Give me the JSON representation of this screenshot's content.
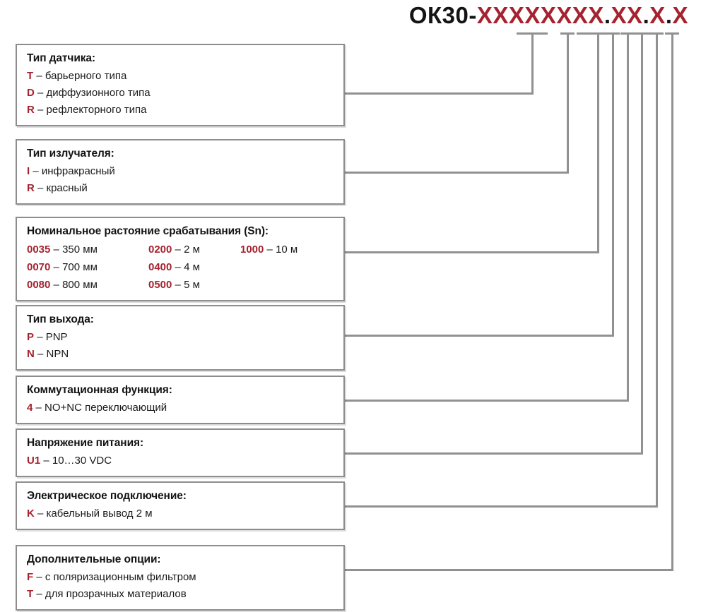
{
  "code": {
    "prefix": "ОК30-",
    "segments": [
      {
        "type": "x",
        "text": "XXXXXXXX"
      },
      {
        "type": "dot",
        "text": "."
      },
      {
        "type": "x",
        "text": "XX"
      },
      {
        "type": "dot",
        "text": "."
      },
      {
        "type": "x",
        "text": "X"
      },
      {
        "type": "dot",
        "text": "."
      },
      {
        "type": "x",
        "text": "X"
      }
    ],
    "full_text": "ОК30-XXXXXXXX.XX.X.X"
  },
  "colors": {
    "code_red": "#a5222e",
    "text_black": "#1a1a1a",
    "line_gray": "#919191",
    "box_border": "#8d8d8d"
  },
  "boxes": [
    {
      "id": "sensor-type",
      "title": "Тип датчика:",
      "layout": "list",
      "options": [
        {
          "code": "T",
          "dash": "–",
          "text": "барьерного типа"
        },
        {
          "code": "D",
          "dash": "–",
          "text": "диффузионного типа"
        },
        {
          "code": "R",
          "dash": "–",
          "text": "рефлекторного типа"
        }
      ]
    },
    {
      "id": "emitter-type",
      "title": "Тип излучателя:",
      "layout": "list",
      "options": [
        {
          "code": "I",
          "dash": "–",
          "text": "инфракрасный"
        },
        {
          "code": "R",
          "dash": "–",
          "text": "красный"
        }
      ]
    },
    {
      "id": "sensing-distance",
      "title": "Номинальное растояние срабатывания (Sn):",
      "layout": "grid",
      "options": [
        {
          "code": "0035",
          "dash": "–",
          "text": "350 мм"
        },
        {
          "code": "0200",
          "dash": "–",
          "text": "2 м"
        },
        {
          "code": "1000",
          "dash": "–",
          "text": "10 м"
        },
        {
          "code": "0070",
          "dash": "–",
          "text": "700 мм"
        },
        {
          "code": "0400",
          "dash": "–",
          "text": "4 м"
        },
        {
          "code": "",
          "dash": "",
          "text": ""
        },
        {
          "code": "0080",
          "dash": "–",
          "text": "800 мм"
        },
        {
          "code": "0500",
          "dash": "–",
          "text": "5 м"
        },
        {
          "code": "",
          "dash": "",
          "text": ""
        }
      ]
    },
    {
      "id": "output-type",
      "title": "Тип выхода:",
      "layout": "list",
      "options": [
        {
          "code": "P",
          "dash": "–",
          "text": "PNP"
        },
        {
          "code": "N",
          "dash": "–",
          "text": "NPN"
        }
      ]
    },
    {
      "id": "switching-function",
      "title": "Коммутационная функция:",
      "layout": "list",
      "options": [
        {
          "code": "4",
          "dash": "–",
          "text": "NO+NC  переключающий"
        }
      ]
    },
    {
      "id": "supply-voltage",
      "title": "Напряжение питания:",
      "layout": "list",
      "options": [
        {
          "code": "U1",
          "dash": "–",
          "text": "10…30 VDC"
        }
      ]
    },
    {
      "id": "electrical-connection",
      "title": "Электрическое подключение:",
      "layout": "list",
      "options": [
        {
          "code": "K",
          "dash": "–",
          "text": "кабельный вывод 2 м"
        }
      ]
    },
    {
      "id": "additional-options",
      "title": "Дополнительные опции:",
      "layout": "list",
      "options": [
        {
          "code": "F",
          "dash": "–",
          "text": "с поляризационным фильтром"
        },
        {
          "code": "T",
          "dash": "–",
          "text": "для прозрачных материалов"
        }
      ]
    }
  ]
}
